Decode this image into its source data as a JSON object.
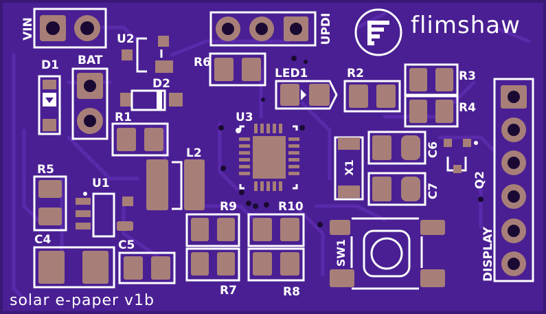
{
  "board": {
    "name": "solar e-paper v1b",
    "brand": "flimshaw",
    "logo_letter": "F",
    "colors": {
      "soldermask": "#4a1f93",
      "soldermask_dark": "#3b1776",
      "trace": "#5a2aab",
      "pad": "#a77f78",
      "silk": "#ffffff",
      "via": "#1a0a33"
    }
  },
  "headers": {
    "vin": "VIN",
    "bat": "BAT",
    "updi": "UPDI",
    "display": "DISPLAY"
  },
  "components": {
    "d1": "D1",
    "d2": "D2",
    "u1": "U1",
    "u2": "U2",
    "u3": "U3",
    "r1": "R1",
    "r2": "R2",
    "r3": "R3",
    "r4": "R4",
    "r5": "R5",
    "r6": "R6",
    "r7": "R7",
    "r8": "R8",
    "r9": "R9",
    "r10": "R10",
    "c4": "C4",
    "c5": "C5",
    "c6": "C6",
    "c7": "C7",
    "l2": "L2",
    "led1": "LED1",
    "x1": "X1",
    "q2": "Q2",
    "sw1": "SW1"
  }
}
